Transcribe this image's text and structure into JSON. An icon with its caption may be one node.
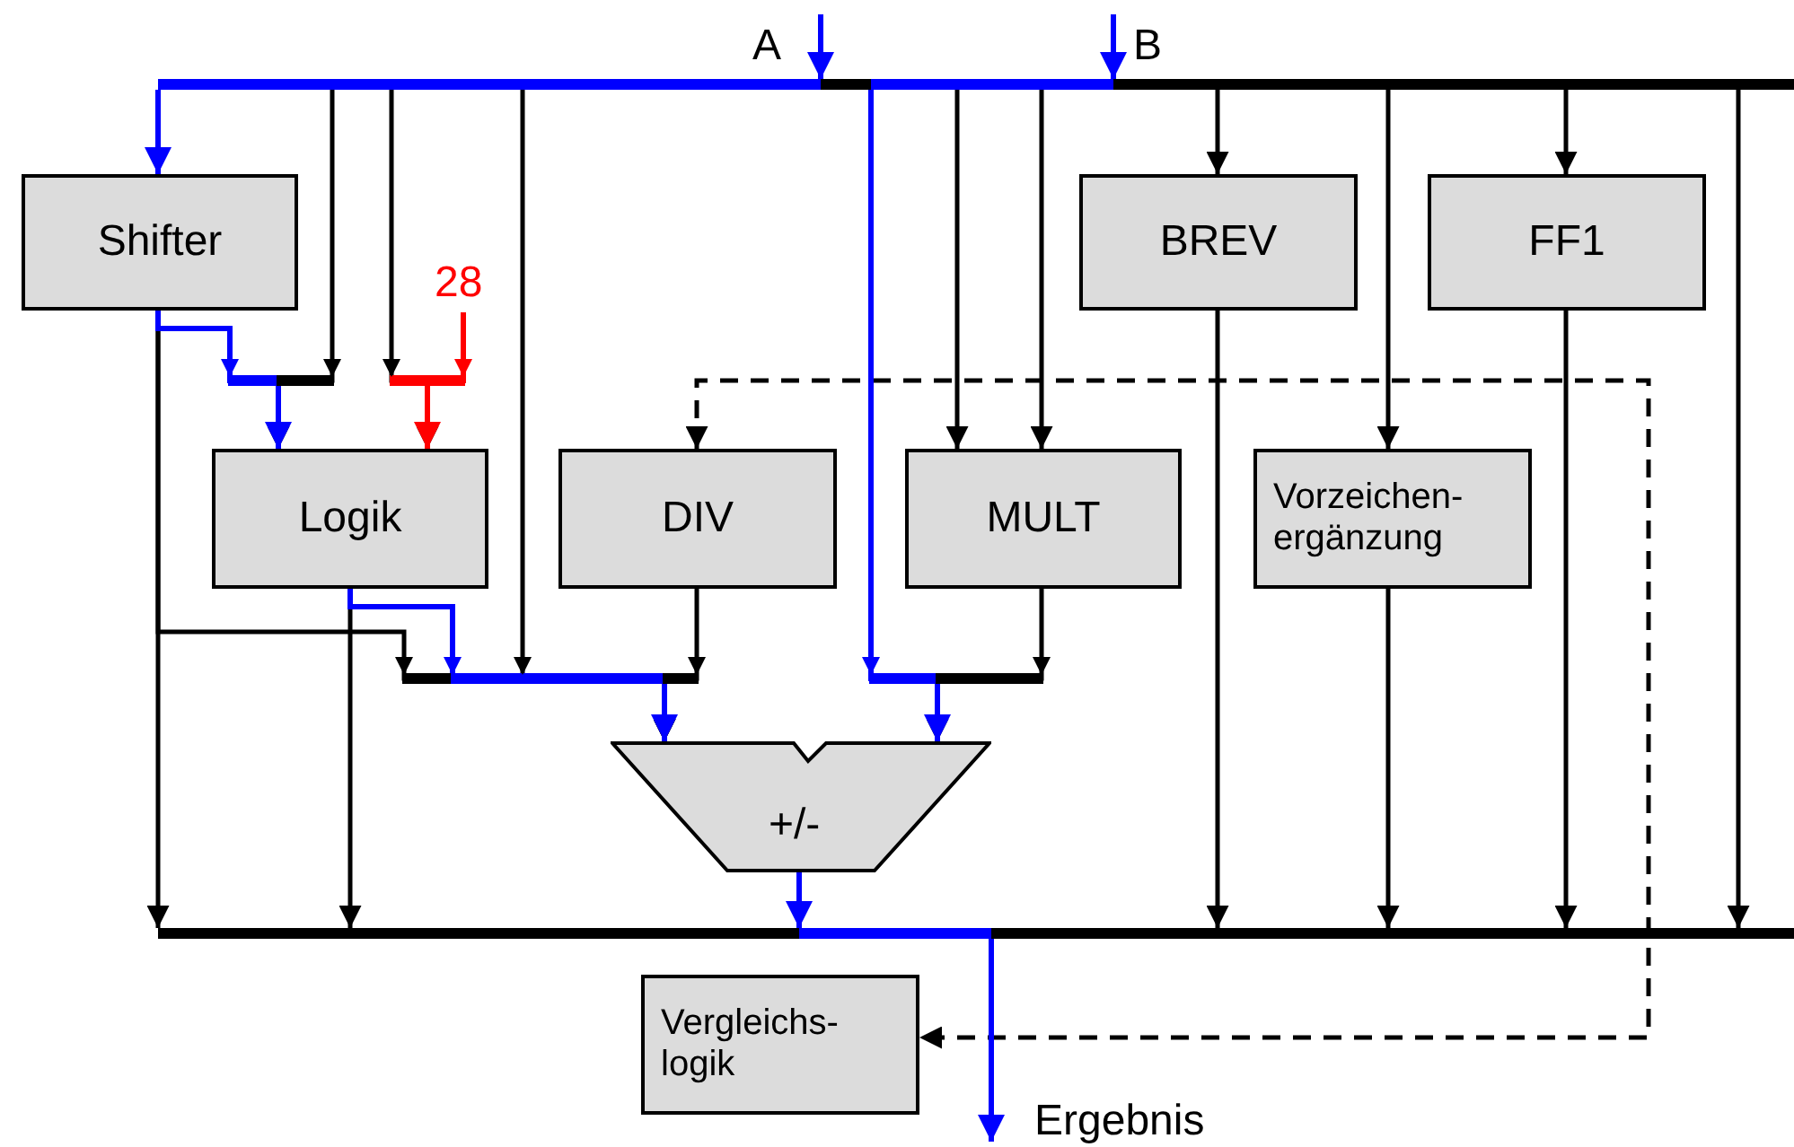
{
  "diagram": {
    "nodes": [
      {
        "text": [],
        "shape": "bar"
      },
      {
        "text": [
          "Shifter"
        ]
      },
      {
        "text": [
          "BREV"
        ]
      },
      {
        "text": [
          "FF1"
        ]
      },
      {
        "text": [
          "Logik"
        ]
      },
      {
        "text": [
          "DIV"
        ]
      },
      {
        "text": [
          "MULT"
        ]
      },
      {
        "text": [
          "Vorzeichen- ergänzung"
        ]
      },
      {
        "text": [
          "+/-"
        ]
      },
      {
        "text": [],
        "shape": "bar"
      },
      {
        "text": [
          "Vergleichs- logik"
        ]
      }
    ],
    "edges": [
      {
        "from": null,
        "to": 0,
        "arrow": "to",
        "label": "A",
        "color": "#0000ff"
      },
      {
        "from": null,
        "to": 0,
        "arrow": "to",
        "label": "B",
        "color": "#0000ff"
      },
      {
        "from": 0,
        "to": 1,
        "arrow": "to",
        "color": "#0000ff"
      },
      {
        "from": 0,
        "to": 4,
        "arrow": "to"
      },
      {
        "from": 1,
        "to": 4,
        "arrow": "to",
        "color": "#0000ff"
      },
      {
        "from": 0,
        "to": 4,
        "arrow": "to"
      },
      {
        "from": null,
        "to": 4,
        "arrow": "to",
        "label": "28",
        "color": "#ff0000"
      },
      {
        "from": 0,
        "to": 6,
        "arrow": "to"
      },
      {
        "from": 0,
        "to": 6,
        "arrow": "to"
      },
      {
        "from": 0,
        "to": 2,
        "arrow": "to"
      },
      {
        "from": 0,
        "to": 3,
        "arrow": "to"
      },
      {
        "from": 0,
        "to": 7,
        "arrow": "to"
      },
      {
        "from": 0,
        "to": 9,
        "arrow": "to"
      },
      {
        "from": 1,
        "to": 9,
        "arrow": "to"
      },
      {
        "from": 1,
        "to": 8,
        "arrow": "to"
      },
      {
        "from": 4,
        "to": 9,
        "arrow": "to"
      },
      {
        "from": 4,
        "to": 8,
        "arrow": "to",
        "color": "#0000ff"
      },
      {
        "from": 0,
        "to": 8,
        "arrow": "to"
      },
      {
        "from": 5,
        "to": 8,
        "arrow": "to"
      },
      {
        "from": 0,
        "to": 8,
        "arrow": "to",
        "color": "#0000ff"
      },
      {
        "from": 6,
        "to": 8,
        "arrow": "to"
      },
      {
        "from": 2,
        "to": 9,
        "arrow": "to"
      },
      {
        "from": 7,
        "to": 9,
        "arrow": "to"
      },
      {
        "from": 3,
        "to": 9,
        "arrow": "to"
      },
      {
        "from": 8,
        "to": 9,
        "arrow": "to",
        "color": "#0000ff"
      },
      {
        "from": 5,
        "to": 10,
        "arrow": "both",
        "style": "dashed"
      },
      {
        "from": 9,
        "to": null,
        "arrow": "to",
        "label": "Ergebnis",
        "color": "#0000ff"
      }
    ]
  }
}
